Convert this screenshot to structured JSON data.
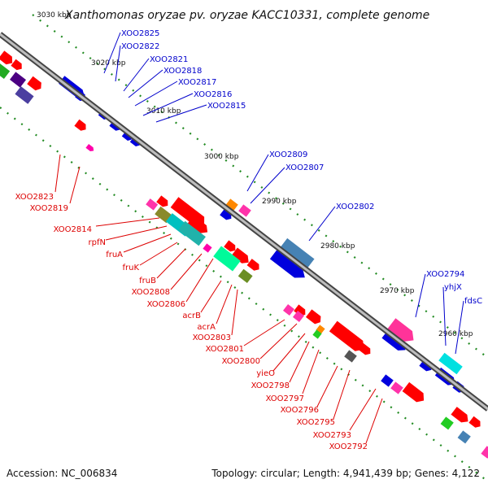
{
  "title": "Xanthomonas oryzae pv. oryzae KACC10331, complete genome",
  "footer": {
    "accession": "Accession: NC_006834",
    "summary": "Topology: circular; Length: 4,941,439 bp; Genes: 4,122"
  },
  "colors": {
    "backbone": "#8a8a8a",
    "tick_dots": "#228b22",
    "upper_label": "#0000cc",
    "lower_label": "#dd0000"
  },
  "kbp_labels": [
    "3030 kbp",
    "3020 kbp",
    "3010 kbp",
    "3000 kbp",
    "2990 kbp",
    "2980 kbp",
    "2970 kbp",
    "2960 kbp"
  ],
  "upper_genes": [
    "XOO2825",
    "XOO2822",
    "XOO2821",
    "XOO2818",
    "XOO2817",
    "XOO2816",
    "XOO2815",
    "XOO2809",
    "XOO2807",
    "XOO2802",
    "XOO2794",
    "yhjX",
    "fdsC"
  ],
  "lower_genes": [
    "XOO2823",
    "XOO2819",
    "XOO2814",
    "rpfN",
    "fruA",
    "fruK",
    "fruB",
    "XOO2808",
    "XOO2806",
    "acrB",
    "acrA",
    "XOO2803",
    "XOO2801",
    "XOO2800",
    "yieO",
    "XOO2798",
    "XOO2797",
    "XOO2796",
    "XOO2795",
    "XOO2793",
    "XOO2792"
  ]
}
